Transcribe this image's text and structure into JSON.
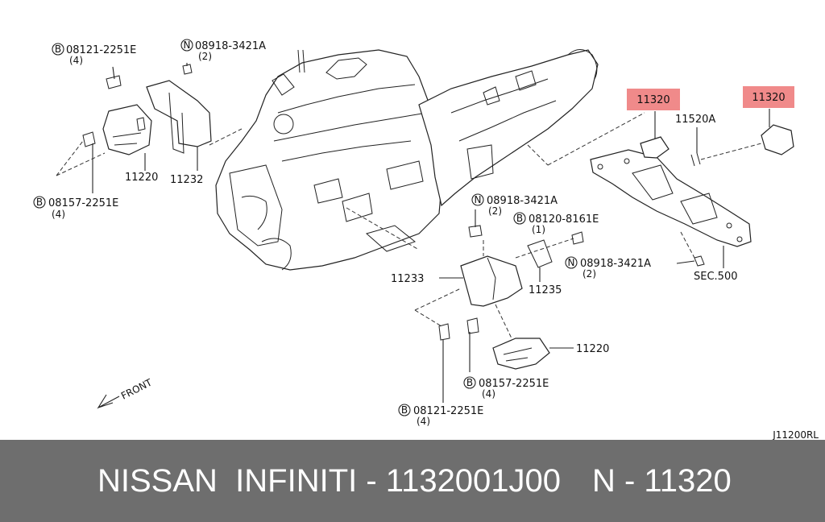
{
  "callouts": {
    "b_08121_top_left": "08121-2251E",
    "b_08121_top_left_qty": "(4)",
    "n_08918_top_left": "08918-3421A",
    "n_08918_top_left_qty": "(2)",
    "p_11220_left": "11220",
    "p_11232": "11232",
    "b_08157_left": "08157-2251E",
    "b_08157_left_qty": "(4)",
    "p_11320_mid": "11320",
    "p_11320_right": "11320",
    "p_11520A": "11520A",
    "n_08918_mid": "08918-3421A",
    "n_08918_mid_qty": "(2)",
    "b_08120": "08120-8161E",
    "b_08120_qty": "(1)",
    "n_08918_right": "08918-3421A",
    "n_08918_right_qty": "(2)",
    "sec500": "SEC.500",
    "p_11233": "11233",
    "p_11235": "11235",
    "p_11220_lower": "11220",
    "b_08157_lower": "08157-2251E",
    "b_08157_lower_qty": "(4)",
    "b_08121_lower": "08121-2251E",
    "b_08121_lower_qty": "(4)",
    "front": "FRONT",
    "drawing_ref": "J11200RL"
  },
  "marks": {
    "bolt_circle": "B",
    "nut_circle": "N"
  },
  "highlight_color": "#f08a8a",
  "footer": {
    "brand": "NISSAN  INFINITI - 1132001J00",
    "part": "N - 11320"
  }
}
